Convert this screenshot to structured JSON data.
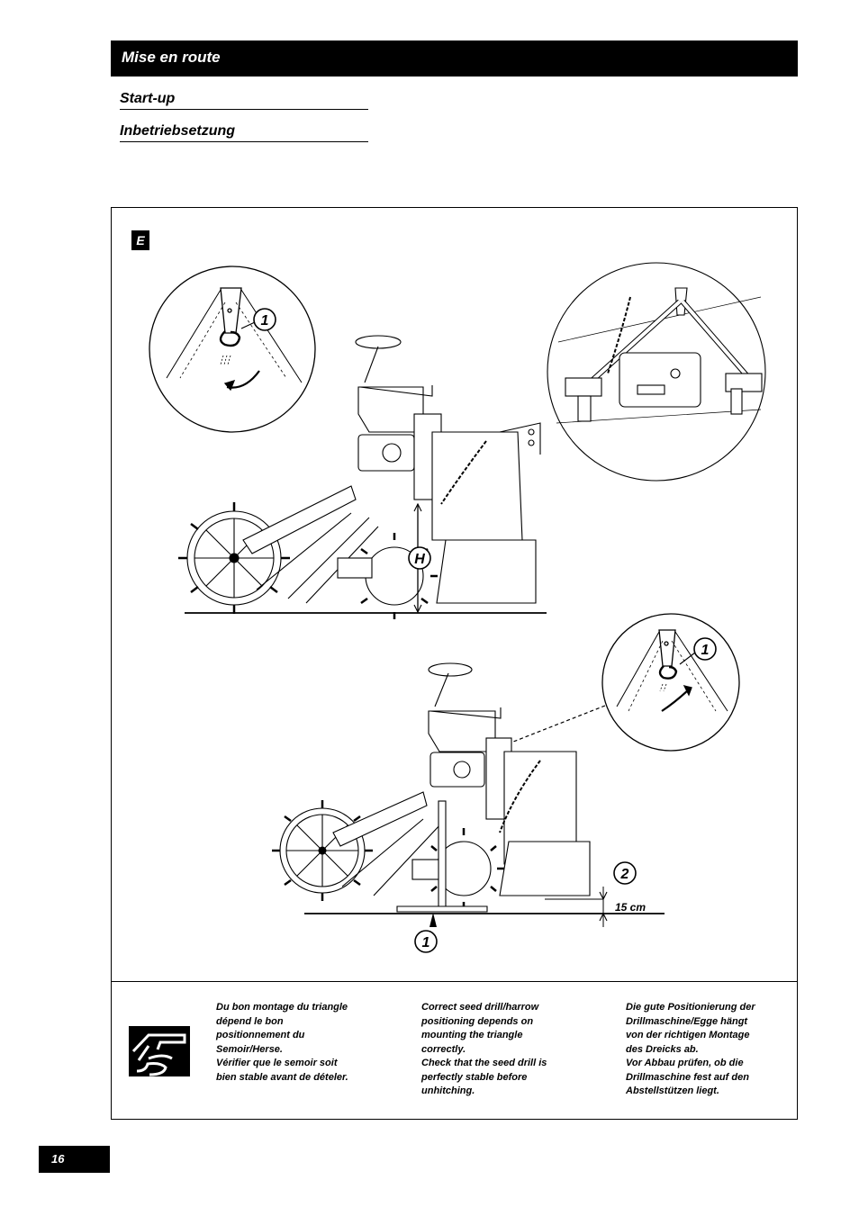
{
  "header": {
    "title": "Mise en route"
  },
  "subtitles": [
    "Start-up",
    "Inbetriebsetzung"
  ],
  "figure": {
    "label": "E",
    "callouts": {
      "one": "1",
      "two": "2",
      "height": "H"
    },
    "dimension": "15 cm"
  },
  "notes": {
    "icon": "pointing-hand-icon",
    "fr": "Du bon montage du triangle\ndépend le bon\npositionnement du\nSemoir/Herse.\nVérifier que le semoir soit\nbien stable avant de dételer.",
    "en": "Correct seed drill/harrow\npositioning depends on\nmounting the triangle\ncorrectly.\nCheck that the seed drill is\nperfectly stable before\nunhitching.",
    "de": "Die gute Positionierung der\nDrillmaschine/Egge hängt\nvon der richtigen Montage\ndes Dreicks ab.\nVor Abbau prüfen, ob die\nDrillmaschine fest auf den\nAbstellstützen liegt."
  },
  "footer": {
    "page_number": "16"
  }
}
